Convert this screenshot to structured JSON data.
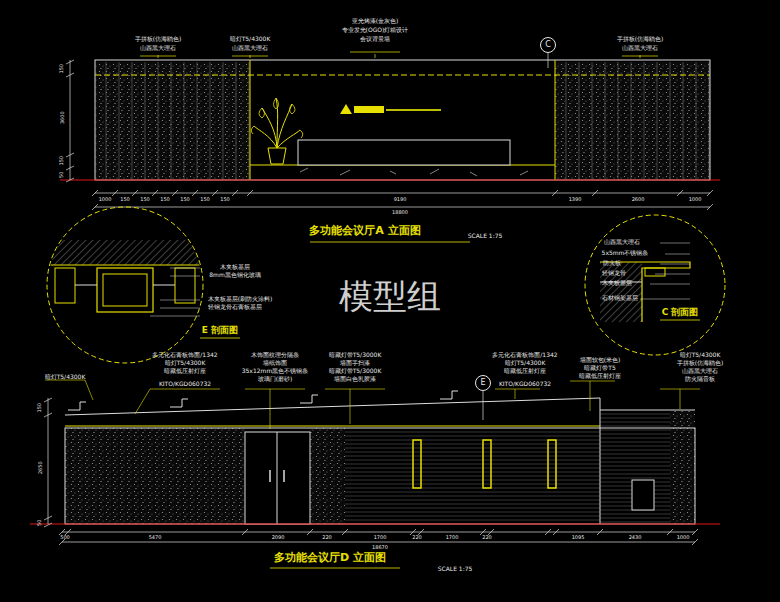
{
  "diagram": {
    "nodes": [
      {
        "text": [
          "C"
        ]
      },
      {
        "text": [
          "E"
        ]
      }
    ],
    "labels": [
      "手拼板(仿海鸥色)",
      "山西黑大理石",
      "暗灯T5/4300K",
      "山西黑大理石",
      "亚光烤漆(金灰色)",
      "专业发光(OGO)灯箱设计",
      "会议背景墙",
      "手拼板(仿海鸥色)",
      "山西黑大理石",
      "1000",
      "150",
      "150",
      "150",
      "150",
      "150",
      "150",
      "9190",
      "1390",
      "2600",
      "1000",
      "18800",
      "150",
      "3600",
      "150",
      "50",
      "多功能会议厅A 立面图",
      "SCALE 1:75",
      "木夹板基层",
      "8mm黑色钢化玻璃",
      "木夹板基层(刷防火涂料)",
      "轻钢龙骨石膏板基层",
      "E 剖面图",
      "山西黑大理石",
      "5x5mm不锈钢条",
      "防火板",
      "轻钢龙骨",
      "木夹板基层",
      "石材钢架基层",
      "C 剖面图",
      "模型组",
      "暗灯T5/4300K",
      "多元化石膏板饰面/1342",
      "暗灯T5/4300K",
      "暗藏低压射灯座",
      "KITO/KGD060732",
      "木饰面纹理分隔条",
      "墙纸饰面",
      "35x12mm黑色不锈钢条",
      "玻璃门(磨砂)",
      "暗藏灯带T5/3000K",
      "墙面手扫漆",
      "暗藏灯带T5/3000K",
      "墙面白色乳胶漆",
      "多元化石膏板饰面/1342",
      "暗灯T5/4300K",
      "暗藏低压射灯座",
      "KITO/KGD060732",
      "墙面软包(米色)",
      "暗藏灯带T5",
      "暗藏低压射灯座",
      "暗灯T5/4300K",
      "手拼板(仿海鸥色)",
      "山西黑大理石",
      "防火隔音板",
      "150",
      "2650",
      "50",
      "500",
      "5470",
      "2090",
      "220",
      "1700",
      "220",
      "1700",
      "220",
      "1095",
      "2430",
      "1000",
      "18670",
      "多功能会议厅D 立面图",
      "SCALE 1:75"
    ]
  }
}
